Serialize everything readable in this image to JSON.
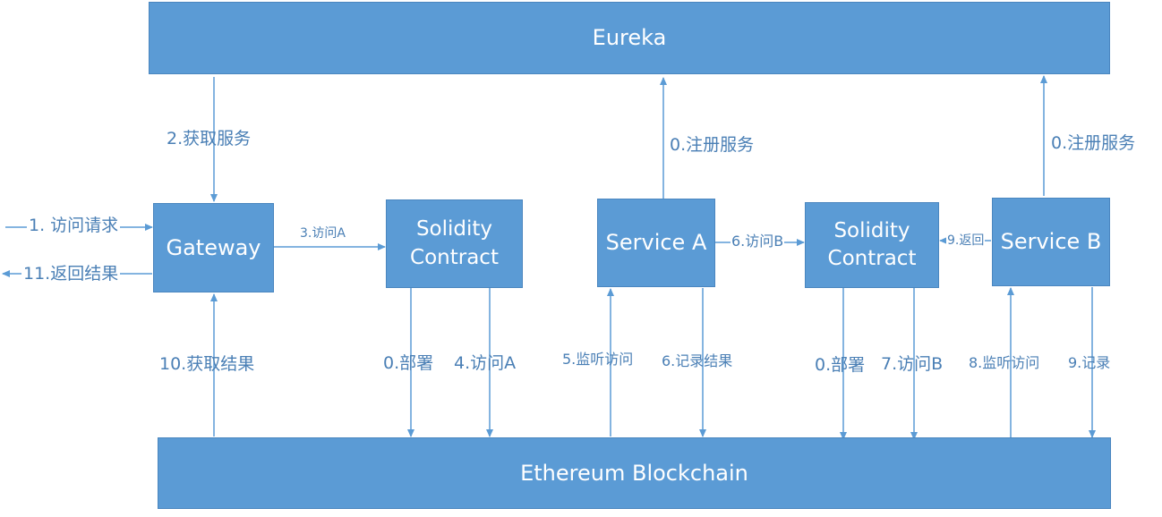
{
  "colors": {
    "box_fill": "#5b9bd5",
    "box_text": "#ffffff",
    "arrow": "#5b9bd5",
    "label_text": "#4a7fb5"
  },
  "boxes": {
    "eureka": "Eureka",
    "gateway": "Gateway",
    "solidity_contract_a": "Solidity\nContract",
    "service_a": "Service A",
    "solidity_contract_b": "Solidity\nContract",
    "service_b": "Service B",
    "ethereum_blockchain": "Ethereum Blockchain"
  },
  "edges": {
    "get_service": "2.获取服务",
    "register_service_a": "0.注册服务",
    "register_service_b": "0.注册服务",
    "access_request": "1. 访问请求",
    "return_result": "11.返回结果",
    "access_a_gateway": "3.访问A",
    "access_b_service_a": "6.访问B",
    "return_9": "9.返回",
    "get_result": "10.获取结果",
    "deploy_a": "0.部署",
    "access_a_chain": "4.访问A",
    "listen_access_a": "5.监听访问",
    "record_result": "6.记录结果",
    "deploy_b": "0.部署",
    "access_b_chain": "7.访问B",
    "listen_access_b": "8.监听访问",
    "record": "9.记录"
  }
}
